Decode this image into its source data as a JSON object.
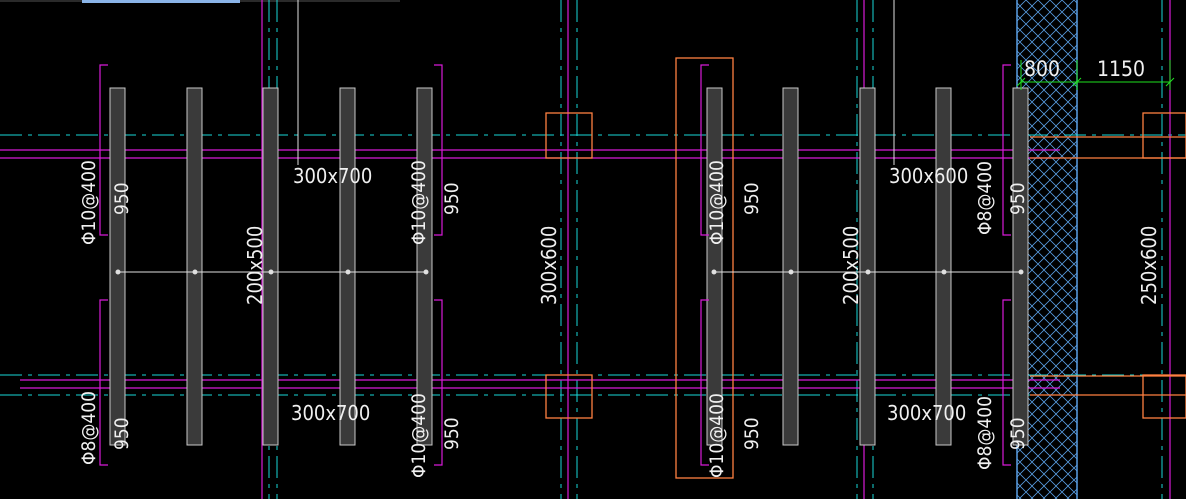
{
  "colors": {
    "background": "#000000",
    "axis": "#19d7d7",
    "beam": "#d81bd8",
    "column": "#ff8040",
    "slab": "#c8c8c8",
    "dimension": "#1ee01e",
    "text": "#f0f0f0",
    "wall_hatch": "#5aa0e6"
  },
  "labels": {
    "beam_300x700": "300x700",
    "beam_300x600": "300x600",
    "beam_200x500": "200x500",
    "beam_250x600": "250x600",
    "bar_10_400": "Φ10@400",
    "bar_8_400": "Φ8@400",
    "len_950": "950",
    "dim_800": "800",
    "dim_1150": "1150"
  }
}
